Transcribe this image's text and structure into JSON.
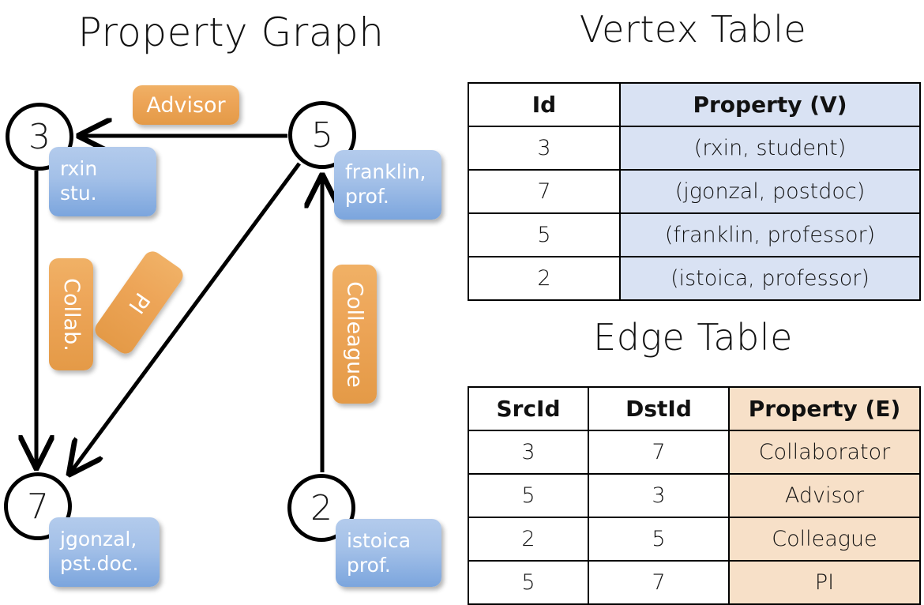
{
  "panels": {
    "graph_title": "Property Graph",
    "vertex_title": "Vertex Table",
    "edge_title": "Edge Table"
  },
  "graph": {
    "vertices": [
      {
        "id": "3",
        "property_label": "rxin\nstu."
      },
      {
        "id": "5",
        "property_label": "franklin,\nprof."
      },
      {
        "id": "7",
        "property_label": "jgonzal,\npst.doc."
      },
      {
        "id": "2",
        "property_label": "istoica\nprof."
      }
    ],
    "vertex_ids": {
      "v3": "3",
      "v5": "5",
      "v7": "7",
      "v2": "2"
    },
    "vertex_props": {
      "rxin_line1": "rxin",
      "rxin_line2": "stu.",
      "franklin_line1": "franklin,",
      "franklin_line2": "prof.",
      "jgonzal_line1": "jgonzal,",
      "jgonzal_line2": "pst.doc.",
      "istoica_line1": "istoica",
      "istoica_line2": "prof."
    },
    "edge_labels": {
      "advisor": "Advisor",
      "collab": "Collab.",
      "pi": "PI",
      "colleague": "Colleague"
    },
    "edges": [
      {
        "src": "5",
        "dst": "3",
        "label": "Advisor"
      },
      {
        "src": "3",
        "dst": "7",
        "label": "Collab."
      },
      {
        "src": "5",
        "dst": "7",
        "label": "PI"
      },
      {
        "src": "2",
        "dst": "5",
        "label": "Colleague"
      }
    ]
  },
  "vertex_table": {
    "headers": [
      "Id",
      "Property (V)"
    ],
    "rows": [
      [
        "3",
        "(rxin, student)"
      ],
      [
        "7",
        "(jgonzal, postdoc)"
      ],
      [
        "5",
        "(franklin, professor)"
      ],
      [
        "2",
        "(istoica, professor)"
      ]
    ]
  },
  "edge_table": {
    "headers": [
      "SrcId",
      "DstId",
      "Property (E)"
    ],
    "rows": [
      [
        "3",
        "7",
        "Collaborator"
      ],
      [
        "5",
        "3",
        "Advisor"
      ],
      [
        "2",
        "5",
        "Colleague"
      ],
      [
        "5",
        "7",
        "PI"
      ]
    ]
  },
  "colors": {
    "vertex_property_blue": "#a3c0e8",
    "edge_label_orange": "#eda558",
    "vertex_table_fill": "#d9e2f3",
    "edge_table_fill": "#f7e0c8",
    "stroke": "#000000",
    "background": "#ffffff"
  }
}
